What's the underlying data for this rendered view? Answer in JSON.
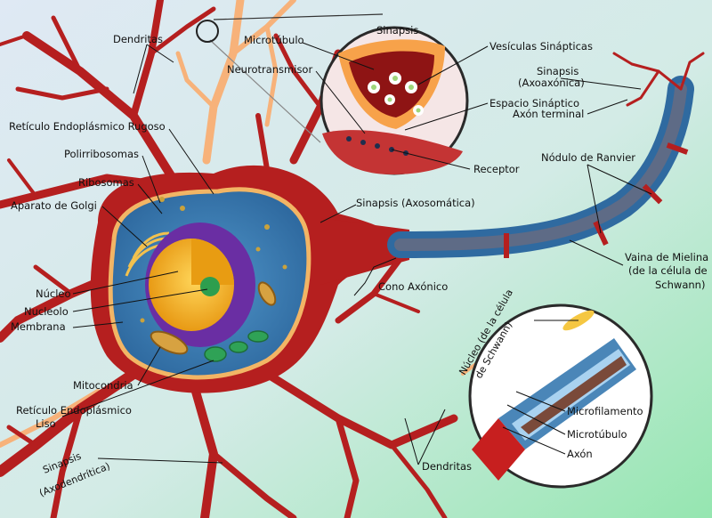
{
  "colors": {
    "background_left": "#d9e7f2",
    "background_right": "#9ee8b8",
    "neuron": "#b51f1f",
    "neuron_dark": "#8e1414",
    "dendrite_other": "#f7b27a",
    "soma_inner": "#3d7fb6",
    "soma_edge": "#f2b565",
    "nucleus": "#7a3fb0",
    "nucleolus": "#f5b52a",
    "chromatin": "#2e9e4e",
    "myelin": "#4a86b8",
    "axon_core": "#5e6b86"
  },
  "labels": {
    "dendritas_top": "Dendritas",
    "reticulo_rugoso": "Retículo Endoplásmico Rugoso",
    "polirribosomas": "Polirribosomas",
    "ribosomas": "Ribosomas",
    "golgi": "Aparato de Golgi",
    "nucleo": "Núcleo",
    "nucleolo": "Nucleolo",
    "membrana": "Membrana",
    "mitocondria": "Mitocondria",
    "reticulo_liso_1": "Retículo Endoplásmico",
    "reticulo_liso_2": "Liso",
    "sinapsis_axodendritica_1": "Sinapsis",
    "sinapsis_axodendritica_2": "(Axodendrítica)",
    "sinapsis_title": "Sinapsis",
    "microtubulo_top": "Microtúbulo",
    "neurotransmisor": "Neurotransmisor",
    "vesiculas": "Vesículas Sinápticas",
    "espacio": "Espacio Sináptico",
    "receptor": "Receptor",
    "sinapsis_axoaxonica_1": "Sinapsis",
    "sinapsis_axoaxonica_2": "(Axoaxónica)",
    "axon_terminal": "Axón terminal",
    "nodulo_ranvier": "Nódulo de Ranvier",
    "sinapsis_axosomatica": "Sinapsis (Axosomática)",
    "cono_axonico": "Cono Axónico",
    "vaina_1": "Vaina de Mielina",
    "vaina_2": "(de la célula de",
    "vaina_3": "Schwann)",
    "nucleo_schwann_1": "Núcleo (de la célula",
    "nucleo_schwann_2": "de Schwann)",
    "microfilamento": "Microfilamento",
    "microtubulo_bottom": "Microtúbulo",
    "axon": "Axón",
    "dendritas_bottom": "Dendritas"
  }
}
